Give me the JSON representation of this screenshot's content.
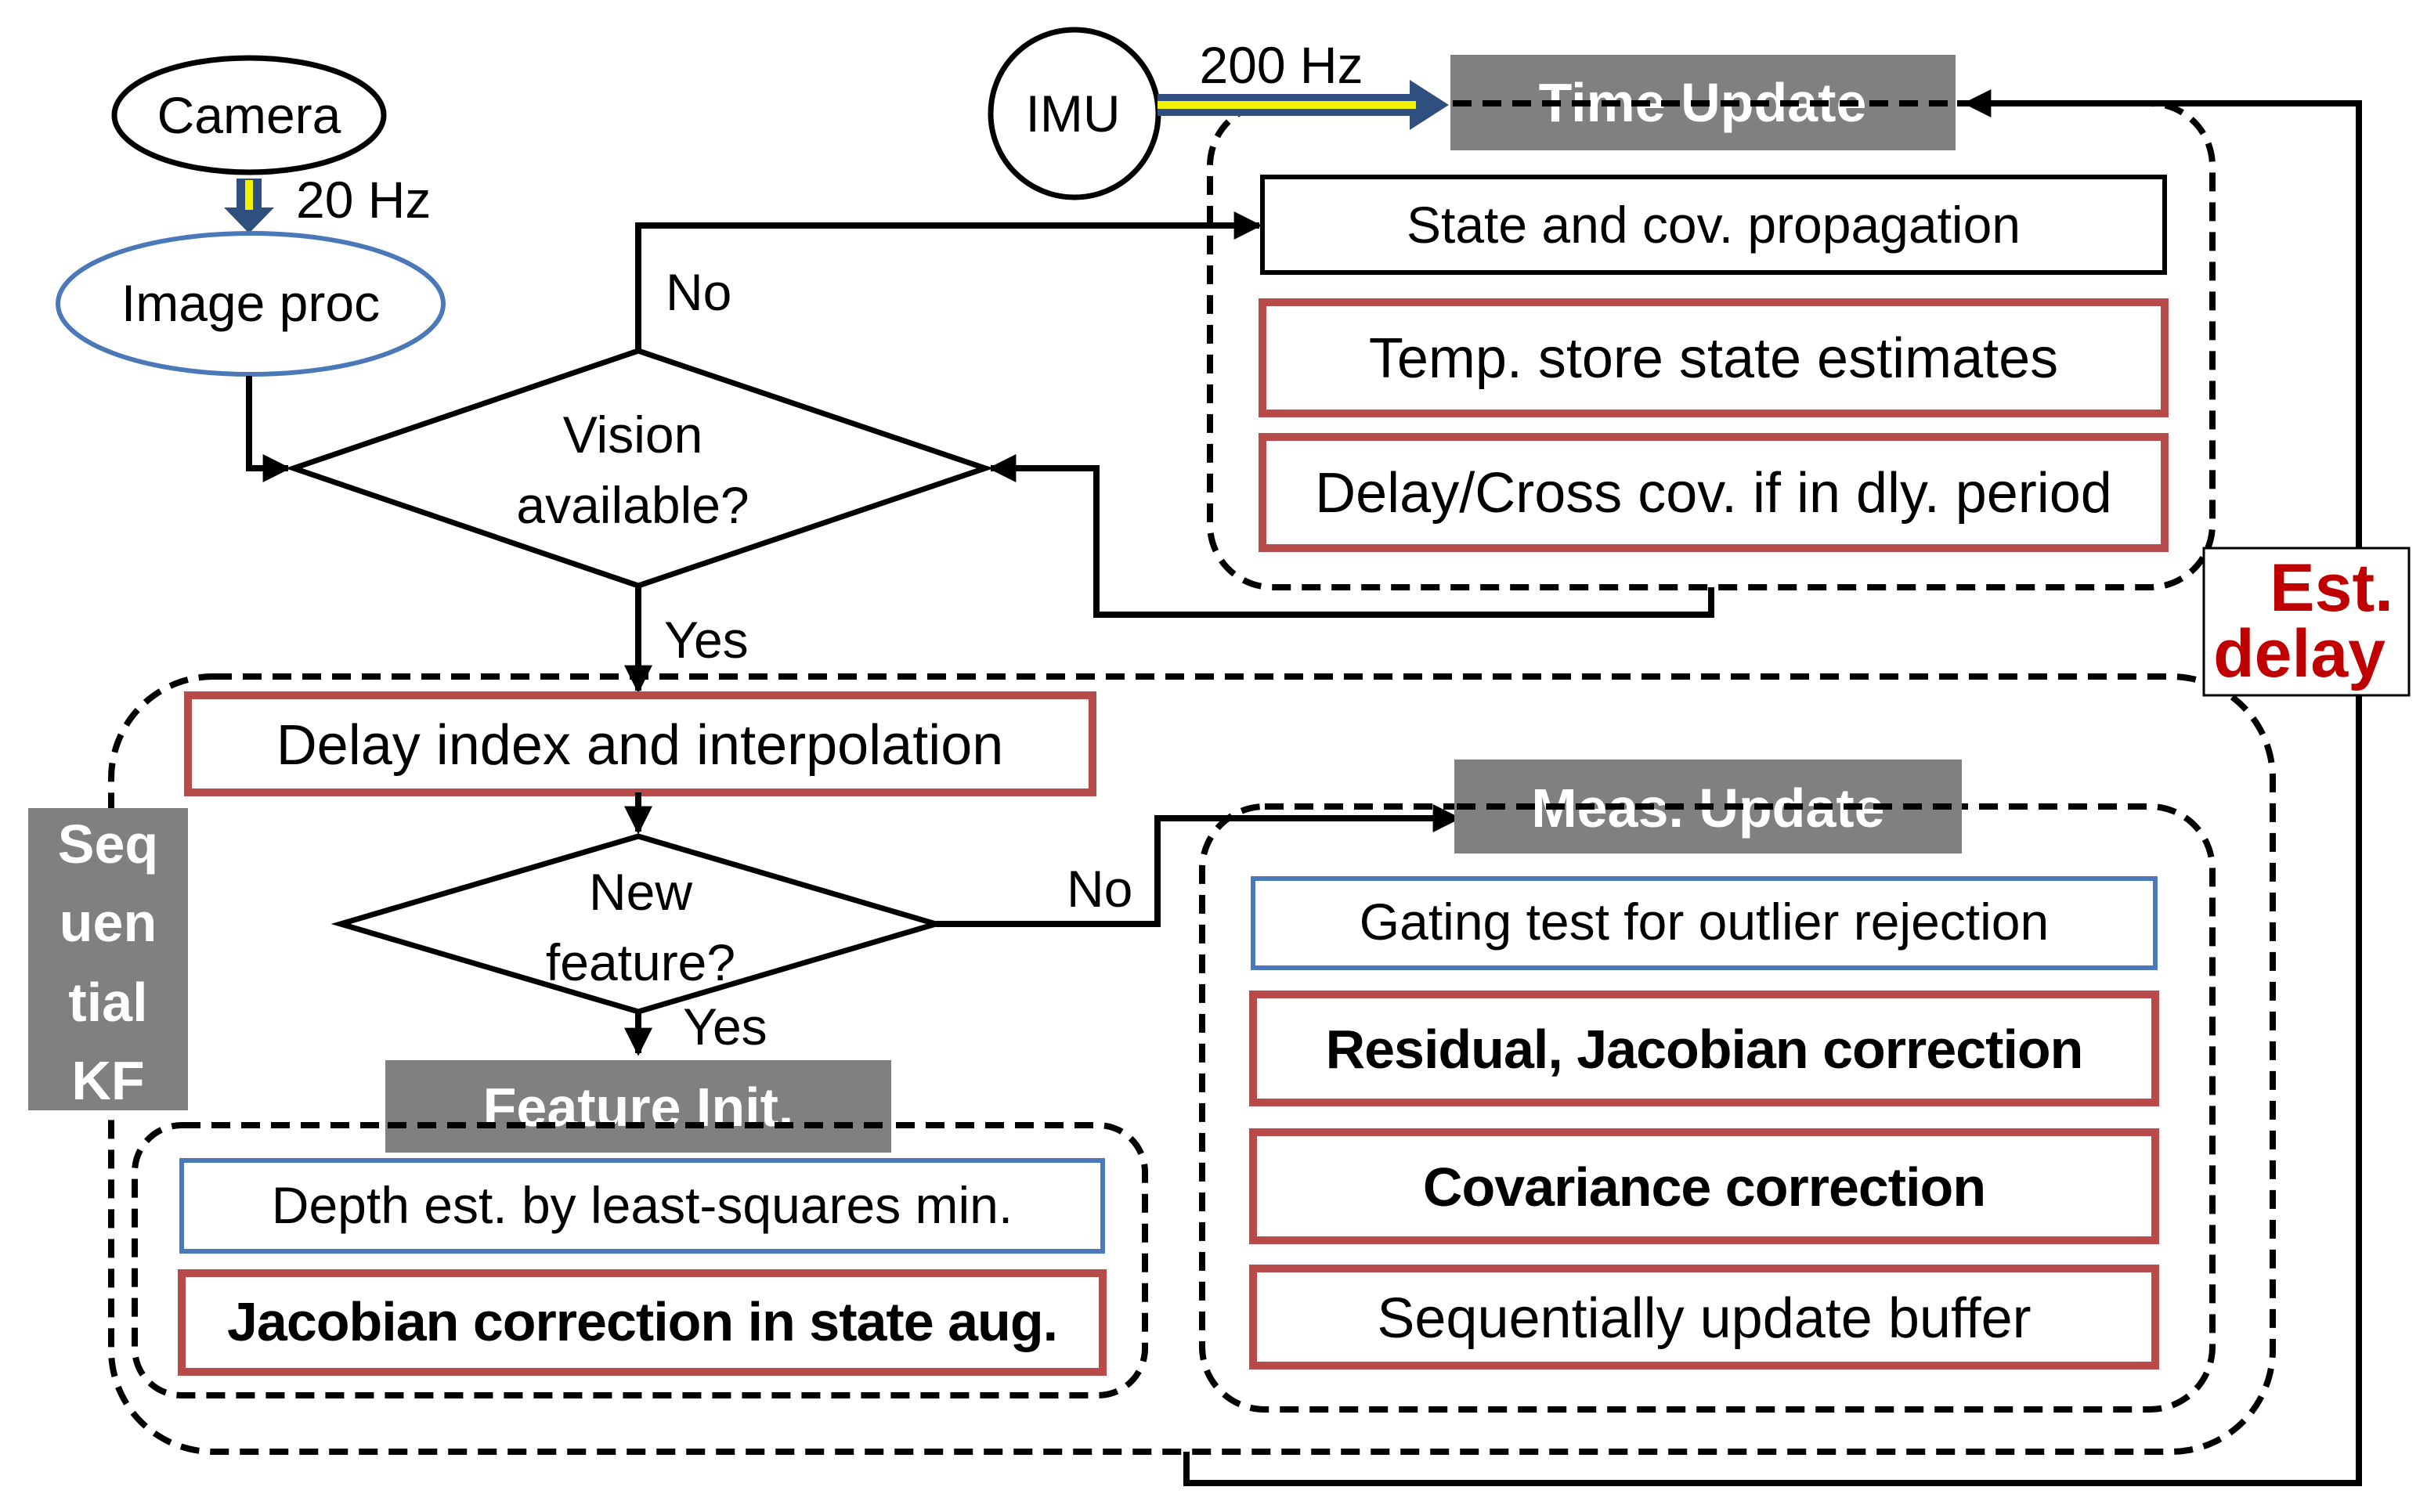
{
  "colors": {
    "red_border": "#B94A4A",
    "blue_border": "#4A78B8",
    "header_fill": "#808080",
    "arrow_fill": "#2F4F7F",
    "arrow_stripe": "#F2F200",
    "est_delay_text": "#C00000"
  },
  "nodes": {
    "camera": "Camera",
    "image_proc": "Image proc",
    "imu": "IMU",
    "vision_line1": "Vision",
    "vision_line2": "available?",
    "new_feature_line1": "New",
    "new_feature_line2": "feature?"
  },
  "rates": {
    "camera": "20 Hz",
    "imu": "200 Hz"
  },
  "edges": {
    "no_vision": "No",
    "yes_vision": "Yes",
    "no_feature": "No",
    "yes_feature": "Yes"
  },
  "time_update": {
    "header": "Time Update",
    "steps": [
      "State and cov. propagation",
      "Temp. store state estimates",
      "Delay/Cross cov. if in dly. period"
    ]
  },
  "delay_index": "Delay index and interpolation",
  "meas_update": {
    "header": "Meas. Update",
    "steps": [
      "Gating test for outlier rejection",
      "Residual, Jacobian correction",
      "Covariance correction",
      "Sequentially update buffer"
    ]
  },
  "feature_init": {
    "header": "Feature Init.",
    "steps": [
      "Depth est. by least-squares min.",
      "Jacobian correction in state aug."
    ]
  },
  "sequential_kf": [
    "Seq",
    "uen",
    "tial",
    "KF"
  ],
  "est_delay": [
    "Est.",
    "delay"
  ]
}
